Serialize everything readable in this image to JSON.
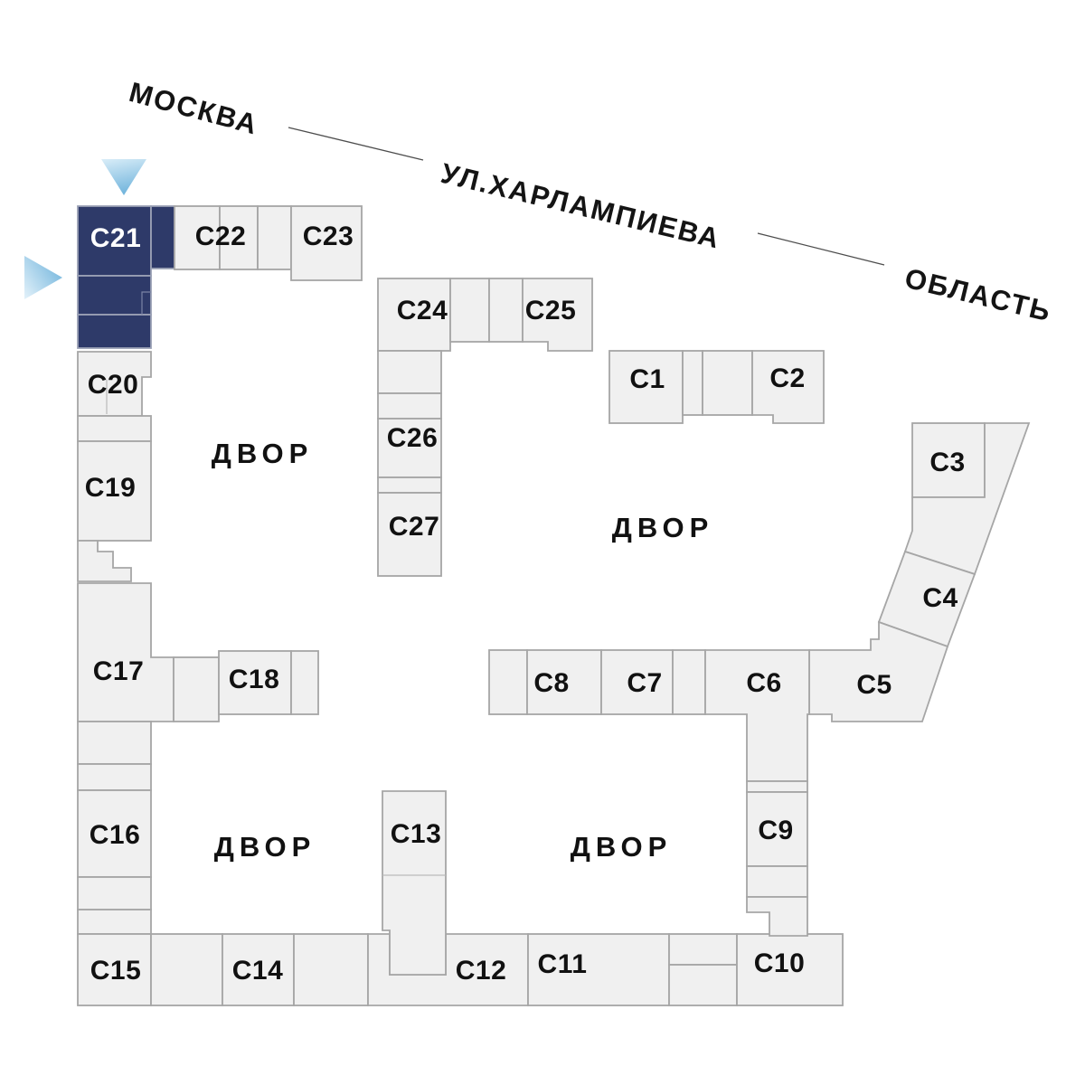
{
  "street": {
    "left_label": "МОСКВА",
    "name": "УЛ.ХАРЛАМПИЕВА",
    "right_label": "ОБЛАСТЬ"
  },
  "courtyard_label": "ДВОР",
  "selection": {
    "selected_building": "С21"
  },
  "buildings": {
    "c1": "С1",
    "c2": "С2",
    "c3": "С3",
    "c4": "С4",
    "c5": "С5",
    "c6": "С6",
    "c7": "С7",
    "c8": "С8",
    "c9": "С9",
    "c10": "С10",
    "c11": "С11",
    "c12": "С12",
    "c13": "С13",
    "c14": "С14",
    "c15": "С15",
    "c16": "С16",
    "c17": "С17",
    "c18": "С18",
    "c19": "С19",
    "c20": "С20",
    "c21": "С21",
    "c22": "С22",
    "c23": "С23",
    "c24": "С24",
    "c25": "С25",
    "c26": "С26",
    "c27": "С27"
  },
  "colors": {
    "selected_fill": "#2e3a69",
    "selected_label": "#ffffff",
    "parcel_fill": "#f0f0f0",
    "parcel_border": "#a6a6a6",
    "arrow_gradient_light": "#d9edf8",
    "arrow_gradient_dark": "#74b6dd",
    "street_line": "#4d4d4d",
    "label_text": "#111111"
  }
}
